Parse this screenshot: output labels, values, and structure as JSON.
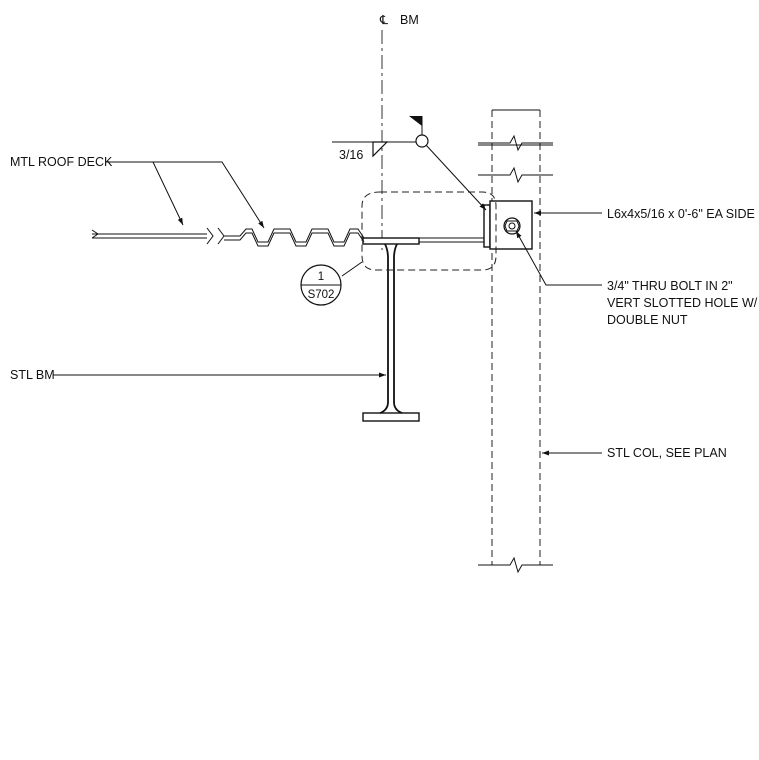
{
  "centerline": {
    "symbol": "℄",
    "label": "BM"
  },
  "weld": {
    "size": "3/16"
  },
  "labels": {
    "deck": "MTL ROOF DECK",
    "angle": "L6x4x5/16 x 0'-6\" EA SIDE",
    "bolt_line1": "3/4\" THRU BOLT IN 2\"",
    "bolt_line2": "VERT SLOTTED HOLE W/",
    "bolt_line3": "DOUBLE NUT",
    "beam": "STL BM",
    "column": "STL COL, SEE PLAN"
  },
  "detail_callout": {
    "number": "1",
    "sheet": "S702"
  }
}
